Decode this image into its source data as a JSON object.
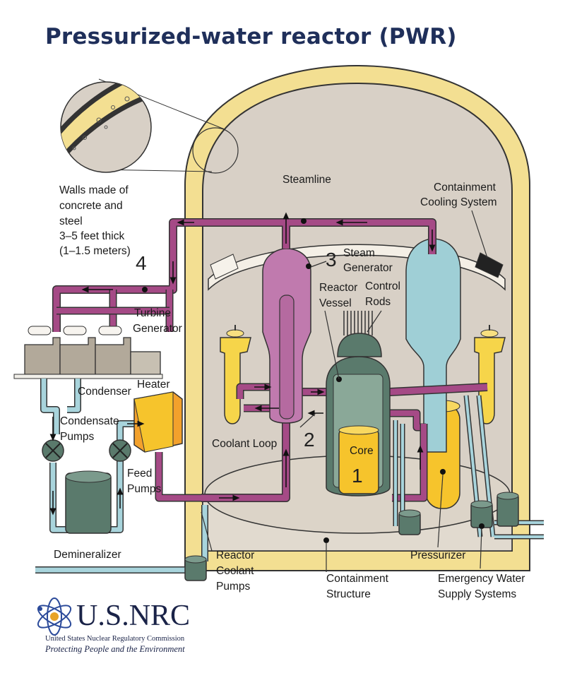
{
  "title": "Pressurized-water reactor (PWR)",
  "labels": {
    "walls": [
      "Walls made of",
      "concrete and",
      "steel",
      "3–5 feet thick",
      "(1–1.5 meters)"
    ],
    "steamline": "Steamline",
    "containment_cooling": [
      "Containment",
      "Cooling System"
    ],
    "steam_generator": [
      "Steam",
      "Generator"
    ],
    "reactor_vessel": [
      "Reactor",
      "Vessel"
    ],
    "control_rods": [
      "Control",
      "Rods"
    ],
    "turbine_generator": [
      "Turbine",
      "Generator"
    ],
    "condenser": "Condenser",
    "heater": "Heater",
    "condensate_pumps": [
      "Condensate",
      "Pumps"
    ],
    "coolant_loop": "Coolant Loop",
    "core": "Core",
    "feed_pumps": [
      "Feed",
      "Pumps"
    ],
    "demineralizer": "Demineralizer",
    "reactor_coolant_pumps": [
      "Reactor",
      "Coolant",
      "Pumps"
    ],
    "containment_structure": [
      "Containment",
      "Structure"
    ],
    "pressurizer": "Pressurizer",
    "emergency_water": [
      "Emergency Water",
      "Supply Systems"
    ]
  },
  "numbers": {
    "n1": "1",
    "n2": "2",
    "n3": "3",
    "n4": "4"
  },
  "logo": {
    "name": "U.S.NRC",
    "subtitle": "United States Nuclear Regulatory Commission",
    "tagline": "Protecting People and the Environment"
  },
  "colors": {
    "title": "#1f2f5a",
    "containment_wall": "#f3df92",
    "containment_interior": "#d8d0c6",
    "coolant_pipe": "#a54a86",
    "steam_generator": "#c07aae",
    "feedwater_pipe": "#a8d4dc",
    "core": "#f6c42c",
    "heater": "#f3a12c",
    "vessel": "#5a7a6c"
  }
}
